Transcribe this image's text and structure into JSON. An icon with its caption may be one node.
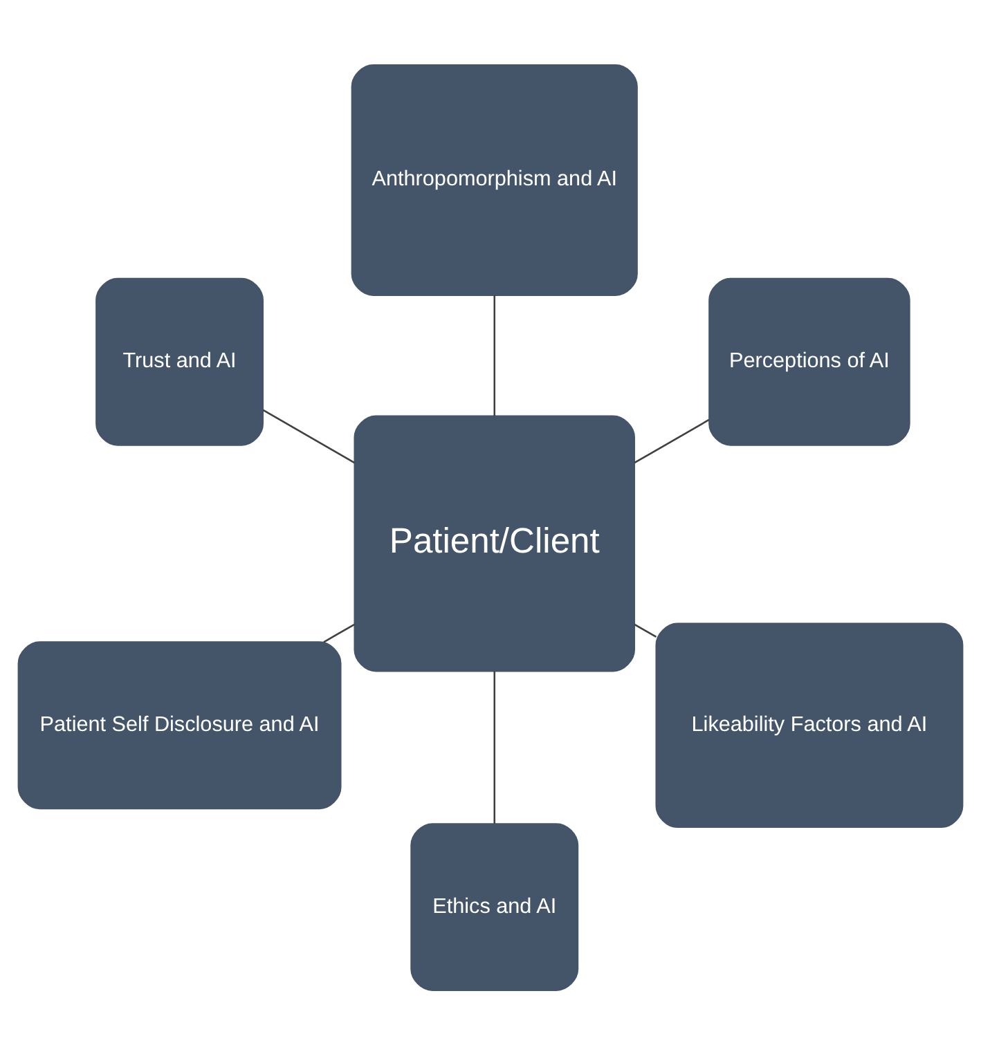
{
  "diagram": {
    "nodes": [
      {
        "text": [
          "Perceptions of AI"
        ]
      },
      {
        "text": [
          "Anthropomorphism and AI"
        ]
      },
      {
        "text": [
          "Trust and AI"
        ]
      },
      {
        "text": [
          "Patient/Client"
        ]
      },
      {
        "text": [
          "Patient Self Disclosure and AI"
        ]
      },
      {
        "text": [
          "Ethics and AI"
        ]
      },
      {
        "text": [
          "Likeability Factors and AI"
        ]
      }
    ],
    "edges": [
      {
        "from": 3,
        "to": 0,
        "arrow": "none"
      },
      {
        "from": 3,
        "to": 2,
        "arrow": "none"
      },
      {
        "from": 3,
        "to": 5,
        "arrow": "none"
      },
      {
        "from": 3,
        "to": 6,
        "arrow": "none"
      },
      {
        "from": 3,
        "to": 4,
        "arrow": "none"
      },
      {
        "from": 3,
        "to": 1,
        "arrow": "none"
      }
    ]
  }
}
